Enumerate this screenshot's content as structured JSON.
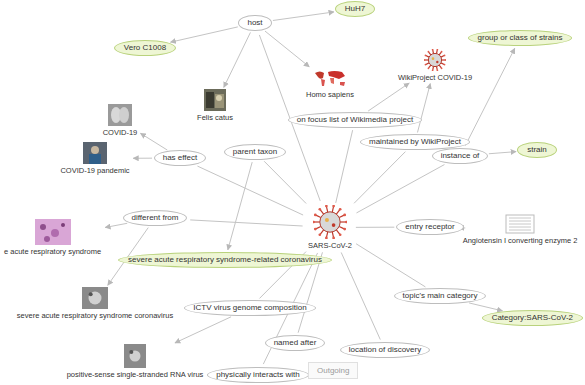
{
  "diagram": {
    "nodes": [
      {
        "text": [
          "host"
        ]
      },
      {
        "text": [
          "HuH7"
        ]
      },
      {
        "text": [
          "Vero C1008"
        ]
      },
      {
        "text": [
          "Homo sapiens"
        ]
      },
      {
        "text": [
          "WikiProject COVID-19"
        ]
      },
      {
        "text": [
          "group or class of strains"
        ]
      },
      {
        "text": [
          "Felis catus"
        ]
      },
      {
        "text": [
          "COVID-19"
        ]
      },
      {
        "text": [
          "COVID-19 pandemic"
        ]
      },
      {
        "text": [
          "on focus list of Wikimedia project"
        ]
      },
      {
        "text": [
          "maintained by WikiProject"
        ]
      },
      {
        "text": [
          "instance of"
        ]
      },
      {
        "text": [
          "strain"
        ]
      },
      {
        "text": [
          "parent taxon"
        ]
      },
      {
        "text": [
          "has effect"
        ]
      },
      {
        "text": [
          "different from"
        ]
      },
      {
        "text": [
          "SARS-CoV-2"
        ]
      },
      {
        "text": [
          "entry receptor"
        ]
      },
      {
        "text": [
          "Angiotensin I converting enzyme 2"
        ]
      },
      {
        "text": [
          "e acute respiratory syndrome"
        ]
      },
      {
        "text": [
          "severe acute respiratory syndrome-related coronavirus"
        ]
      },
      {
        "text": [
          "ICTV virus genome composition"
        ]
      },
      {
        "text": [
          "severe acute respiratory syndrome coronavirus"
        ]
      },
      {
        "text": [
          "topic's main category"
        ]
      },
      {
        "text": [
          "Category:SARS-CoV-2"
        ]
      },
      {
        "text": [
          "named after"
        ]
      },
      {
        "text": [
          "location of discovery"
        ]
      },
      {
        "text": [
          "positive-sense single-stranded RNA virus"
        ]
      },
      {
        "text": [
          "physically interacts with"
        ]
      }
    ],
    "edges": [
      {
        "from": 16,
        "to": 0,
        "arrow": "none"
      },
      {
        "from": 0,
        "to": 1,
        "arrow": "to"
      },
      {
        "from": 0,
        "to": 2,
        "arrow": "to"
      },
      {
        "from": 0,
        "to": 3,
        "arrow": "to"
      },
      {
        "from": 0,
        "to": 6,
        "arrow": "to"
      },
      {
        "from": 16,
        "to": 9,
        "arrow": "none"
      },
      {
        "from": 9,
        "to": 4,
        "arrow": "to"
      },
      {
        "from": 16,
        "to": 10,
        "arrow": "none"
      },
      {
        "from": 10,
        "to": 4,
        "arrow": "to"
      },
      {
        "from": 16,
        "to": 11,
        "arrow": "none"
      },
      {
        "from": 11,
        "to": 5,
        "arrow": "to"
      },
      {
        "from": 11,
        "to": 12,
        "arrow": "to"
      },
      {
        "from": 16,
        "to": 13,
        "arrow": "none"
      },
      {
        "from": 13,
        "to": 20,
        "arrow": "to"
      },
      {
        "from": 16,
        "to": 14,
        "arrow": "none"
      },
      {
        "from": 14,
        "to": 7,
        "arrow": "to"
      },
      {
        "from": 14,
        "to": 8,
        "arrow": "to"
      },
      {
        "from": 16,
        "to": 15,
        "arrow": "none"
      },
      {
        "from": 15,
        "to": 19,
        "arrow": "to"
      },
      {
        "from": 15,
        "to": 22,
        "arrow": "to"
      },
      {
        "from": 16,
        "to": 17,
        "arrow": "none"
      },
      {
        "from": 17,
        "to": 18,
        "arrow": "to"
      },
      {
        "from": 16,
        "to": 23,
        "arrow": "none"
      },
      {
        "from": 23,
        "to": 24,
        "arrow": "to"
      },
      {
        "from": 16,
        "to": 21,
        "arrow": "none"
      },
      {
        "from": 21,
        "to": 27,
        "arrow": "to"
      },
      {
        "from": 16,
        "to": 25,
        "arrow": "none"
      },
      {
        "from": 16,
        "to": 26,
        "arrow": "none"
      },
      {
        "from": 16,
        "to": 28,
        "arrow": "none"
      }
    ],
    "labels": [
      "Outgoing"
    ]
  }
}
